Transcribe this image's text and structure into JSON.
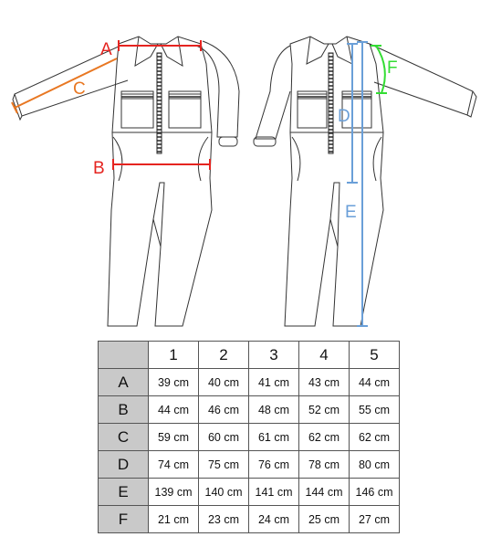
{
  "diagram": {
    "labels": {
      "A": "A",
      "B": "B",
      "C": "C",
      "D": "D",
      "E": "E",
      "F": "F"
    },
    "colors": {
      "A": "#e52420",
      "B": "#e52420",
      "C": "#e87722",
      "D": "#6a9fd8",
      "E": "#6a9fd8",
      "F": "#33dd33"
    }
  },
  "table": {
    "sizes": [
      "1",
      "2",
      "3",
      "4",
      "5"
    ],
    "rows": [
      {
        "label": "A",
        "values": [
          "39 cm",
          "40 cm",
          "41 cm",
          "43 cm",
          "44 cm"
        ]
      },
      {
        "label": "B",
        "values": [
          "44 cm",
          "46 cm",
          "48 cm",
          "52 cm",
          "55 cm"
        ]
      },
      {
        "label": "C",
        "values": [
          "59 cm",
          "60 cm",
          "61 cm",
          "62 cm",
          "62 cm"
        ]
      },
      {
        "label": "D",
        "values": [
          "74 cm",
          "75 cm",
          "76 cm",
          "78 cm",
          "80 cm"
        ]
      },
      {
        "label": "E",
        "values": [
          "139 cm",
          "140 cm",
          "141 cm",
          "144 cm",
          "146 cm"
        ]
      },
      {
        "label": "F",
        "values": [
          "21 cm",
          "23 cm",
          "24 cm",
          "25 cm",
          "27 cm"
        ]
      }
    ]
  }
}
